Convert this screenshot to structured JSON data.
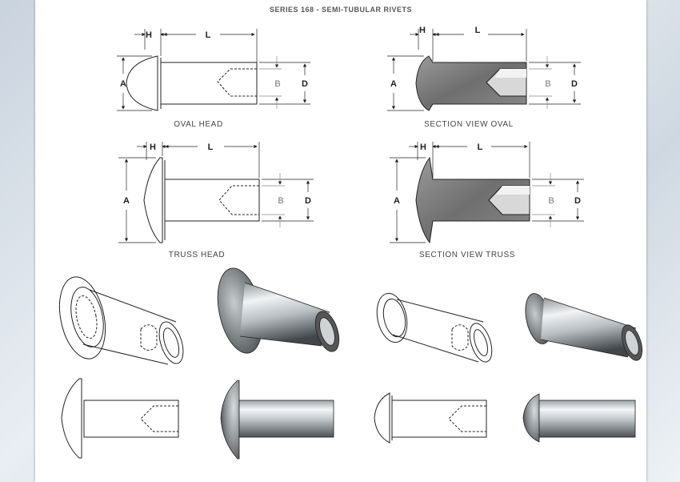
{
  "sheet": {
    "title": "SERIES 168 - SEMI-TUBULAR RIVETS"
  },
  "views": {
    "oval_head": "OVAL HEAD",
    "section_oval": "SECTION VIEW OVAL",
    "truss_head": "TRUSS HEAD",
    "section_truss": "SECTION VIEW TRUSS"
  },
  "dims": {
    "h": "H",
    "l": "L",
    "a": "A",
    "b": "B",
    "d": "D"
  }
}
